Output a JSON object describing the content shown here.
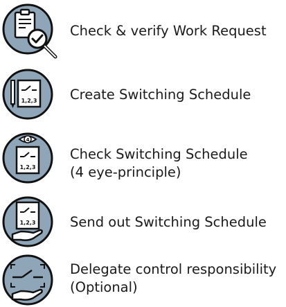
{
  "colors": {
    "circle_fill": "#8fa5b8",
    "stroke": "#111111",
    "paper": "#ffffff"
  },
  "steps": [
    {
      "icon": "clipboard-check-magnifier-icon",
      "label": "Check & verify Work Request",
      "sublabel": ""
    },
    {
      "icon": "switching-schedule-pencil-icon",
      "label": "Create Switching Schedule",
      "sublabel": ""
    },
    {
      "icon": "switching-schedule-eye-icon",
      "label": "Check Switching Schedule",
      "sublabel": "(4 eye-principle)",
      "badge": "4"
    },
    {
      "icon": "switching-schedule-hand-icon",
      "label": "Send out Switching Schedule",
      "sublabel": ""
    },
    {
      "icon": "switch-delegate-hand-icon",
      "label": "Delegate control responsibility",
      "sublabel": "(Optional)"
    }
  ],
  "schedule_doc_text": "1,2,3"
}
